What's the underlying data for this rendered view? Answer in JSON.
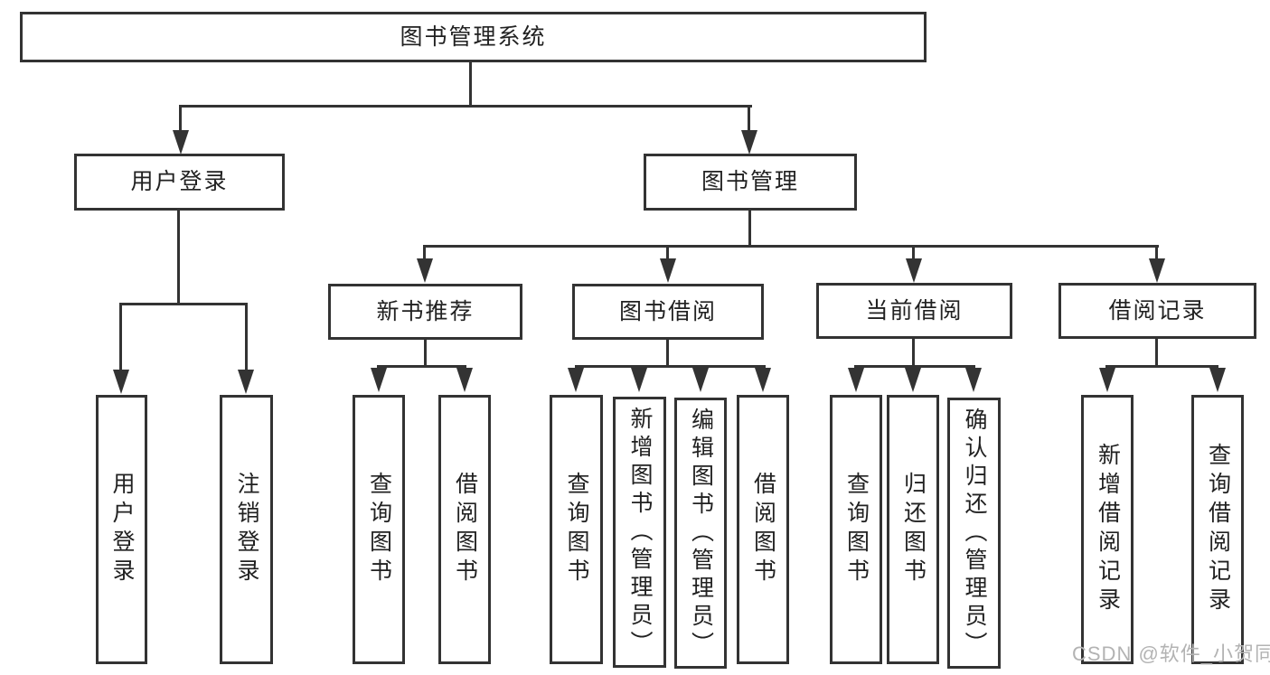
{
  "diagram": {
    "root": {
      "label": "图书管理系统"
    },
    "level2": [
      {
        "label": "用户登录"
      },
      {
        "label": "图书管理"
      }
    ],
    "level3": [
      {
        "label": "新书推荐"
      },
      {
        "label": "图书借阅"
      },
      {
        "label": "当前借阅"
      },
      {
        "label": "借阅记录"
      }
    ],
    "leaf_groups": {
      "user_login": [
        "用户登录",
        "注销登录"
      ],
      "new_book_recommend": [
        "查询图书",
        "借阅图书"
      ],
      "book_borrow": [
        "查询图书",
        "新增图书（管理员）",
        "编辑图书（管理员）",
        "借阅图书"
      ],
      "current_borrow": [
        "查询图书",
        "归还图书",
        "确认归还（管理员）"
      ],
      "borrow_records": [
        "新增借阅记录",
        "查询借阅记录"
      ]
    }
  },
  "watermark": "CSDN @软件_小贺同学",
  "colors": {
    "line": "#333333",
    "box_border": "#333333",
    "text": "#212121",
    "watermark": "#b3b3b3",
    "background": "#ffffff"
  }
}
